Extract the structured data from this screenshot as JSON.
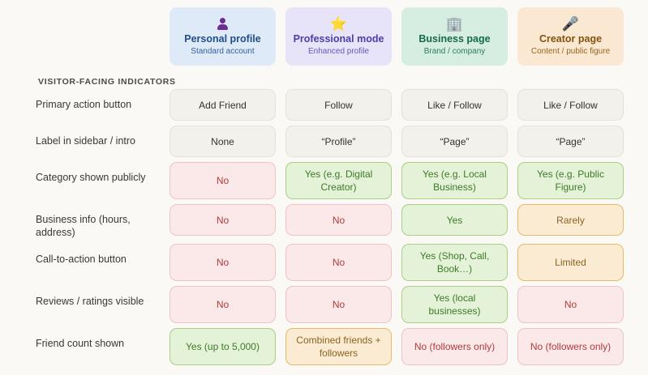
{
  "background_color": "#faf9f5",
  "columns": [
    {
      "icon": "person-icon",
      "title": "Personal profile",
      "subtitle": "Standard account",
      "theme": "blue",
      "card_color": "#dfeaf8"
    },
    {
      "icon": "star-icon",
      "icon_glyph": "⭐",
      "title": "Professional mode",
      "subtitle": "Enhanced profile",
      "theme": "purple",
      "card_color": "#e7e4fa"
    },
    {
      "icon": "office-building-icon",
      "icon_glyph": "🏢",
      "title": "Business page",
      "subtitle": "Brand / company",
      "theme": "green",
      "card_color": "#d6eee1"
    },
    {
      "icon": "microphone-icon",
      "icon_glyph": "🎤",
      "title": "Creator page",
      "subtitle": "Content / public figure",
      "theme": "orange",
      "card_color": "#fbe8d2"
    }
  ],
  "section": {
    "label": "VISITOR-FACING INDICATORS"
  },
  "legend_colors": {
    "yes": "#3d7a28",
    "no": "#b03a3a",
    "partial": "#8a6423",
    "neutral": "#35322d"
  },
  "rows": [
    {
      "label": "Primary action button",
      "cells": [
        {
          "text": "Add Friend",
          "state": "neutral"
        },
        {
          "text": "Follow",
          "state": "neutral"
        },
        {
          "text": "Like / Follow",
          "state": "neutral"
        },
        {
          "text": "Like / Follow",
          "state": "neutral"
        }
      ]
    },
    {
      "label": "Label in sidebar / intro",
      "cells": [
        {
          "text": "None",
          "state": "neutral"
        },
        {
          "text": "“Profile”",
          "state": "neutral"
        },
        {
          "text": "“Page”",
          "state": "neutral"
        },
        {
          "text": "“Page”",
          "state": "neutral"
        }
      ]
    },
    {
      "label": "Category shown publicly",
      "cells": [
        {
          "text": "No",
          "state": "no"
        },
        {
          "text": "Yes (e.g. Digital Creator)",
          "state": "yes"
        },
        {
          "text": "Yes (e.g. Local Business)",
          "state": "yes"
        },
        {
          "text": "Yes (e.g. Public Figure)",
          "state": "yes"
        }
      ]
    },
    {
      "label": "Business info (hours, address)",
      "cells": [
        {
          "text": "No",
          "state": "no"
        },
        {
          "text": "No",
          "state": "no"
        },
        {
          "text": "Yes",
          "state": "yes"
        },
        {
          "text": "Rarely",
          "state": "partial"
        }
      ]
    },
    {
      "label": "Call-to-action button",
      "cells": [
        {
          "text": "No",
          "state": "no"
        },
        {
          "text": "No",
          "state": "no"
        },
        {
          "text": "Yes (Shop, Call, Book…)",
          "state": "yes"
        },
        {
          "text": "Limited",
          "state": "partial"
        }
      ]
    },
    {
      "label": "Reviews / ratings visible",
      "cells": [
        {
          "text": "No",
          "state": "no"
        },
        {
          "text": "No",
          "state": "no"
        },
        {
          "text": "Yes (local businesses)",
          "state": "yes"
        },
        {
          "text": "No",
          "state": "no"
        }
      ]
    },
    {
      "label": "Friend count shown",
      "cells": [
        {
          "text": "Yes (up to 5,000)",
          "state": "yes"
        },
        {
          "text": "Combined friends + followers",
          "state": "partial"
        },
        {
          "text": "No (followers only)",
          "state": "no"
        },
        {
          "text": "No (followers only)",
          "state": "no"
        }
      ]
    }
  ]
}
